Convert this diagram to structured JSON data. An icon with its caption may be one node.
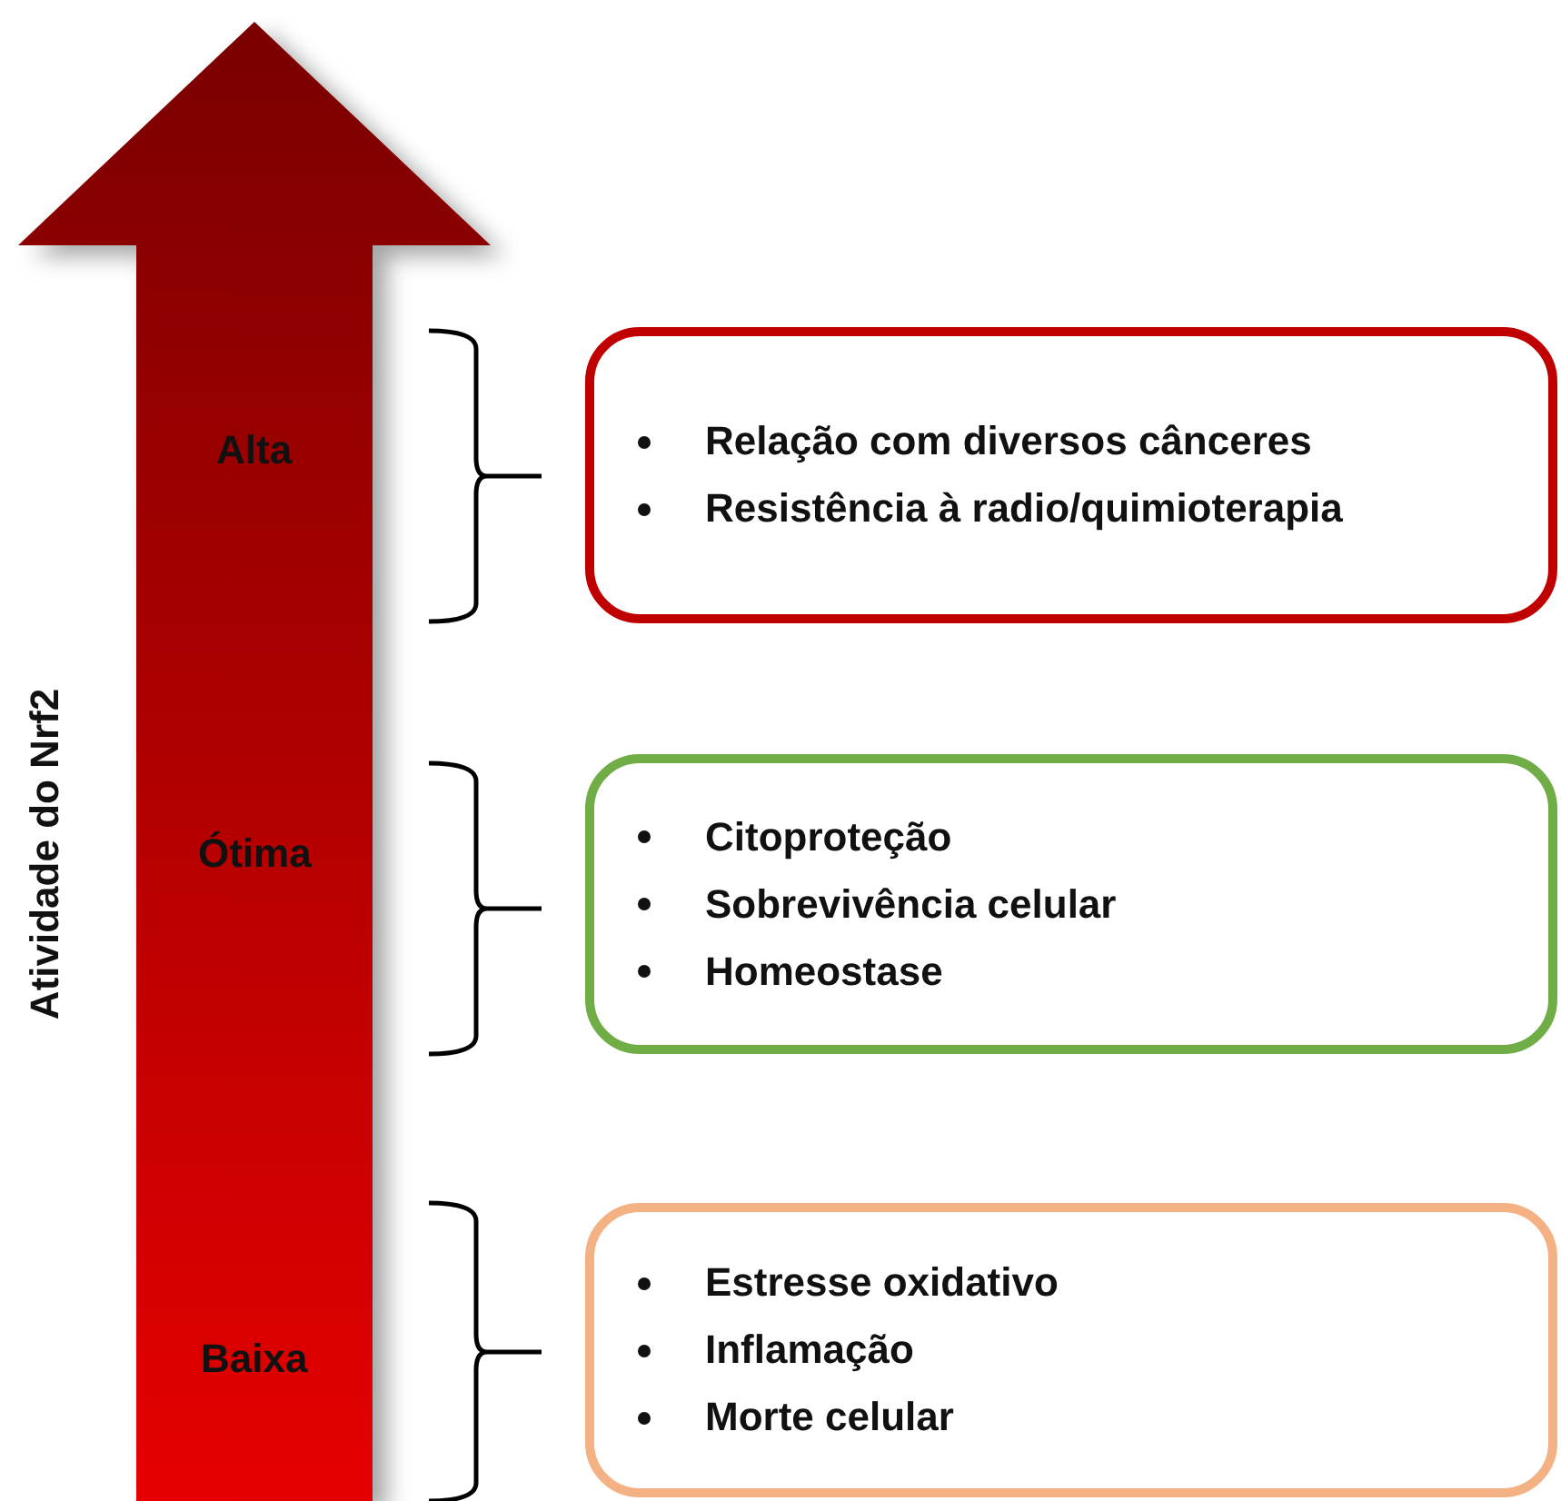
{
  "diagram": {
    "nodes": [
      {
        "text": [
          "Relação com diversos cânceres",
          "Resistência à radio/quimioterapia"
        ]
      },
      {
        "text": [
          "Citoproteção",
          "Sobrevivência celular",
          "Homeostase"
        ]
      },
      {
        "text": [
          "Estresse oxidativo",
          "Inflamação",
          "Morte celular"
        ]
      }
    ],
    "labels": [
      "Atividade do Nrf2",
      "Alta",
      "Ótima",
      "Baixa"
    ]
  }
}
